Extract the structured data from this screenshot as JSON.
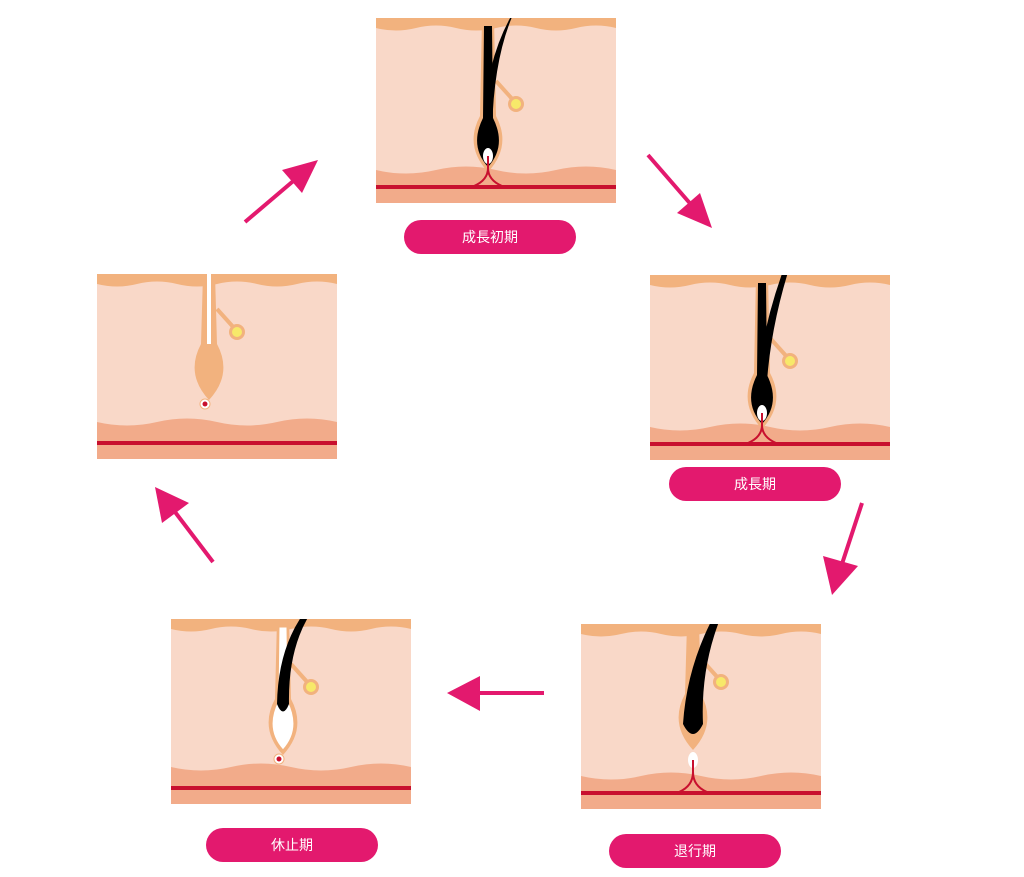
{
  "title": "Hair growth cycle",
  "colors": {
    "accent": "#e3196e",
    "skin": "#f9d8c8",
    "epidermis": "#f2b27e",
    "subcutis": "#f2ab8a",
    "vessel": "#c8102e",
    "hair": "#000000"
  },
  "stages": [
    {
      "id": "early-anagen",
      "label": "成長初期",
      "type": "early"
    },
    {
      "id": "anagen",
      "label": "成長期",
      "type": "growth"
    },
    {
      "id": "catagen",
      "label": "退行期",
      "type": "regress"
    },
    {
      "id": "telogen",
      "label": "休止期",
      "type": "rest"
    },
    {
      "id": "new-cycle",
      "label": null,
      "type": "empty"
    }
  ]
}
